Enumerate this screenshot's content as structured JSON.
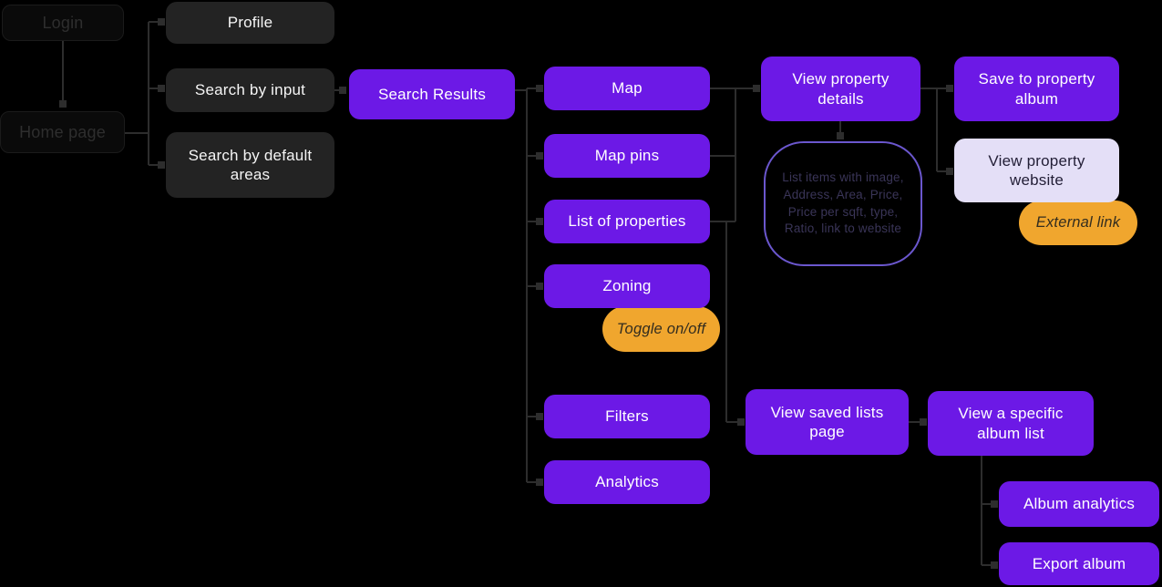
{
  "colors": {
    "purple": "#6C19E6",
    "dark": "#232323",
    "ghost": "#0A0A0A",
    "lavender": "#E4DFF7",
    "orange": "#F0A62E",
    "line": "#2D2D2D",
    "bubble_border": "#6B57CE",
    "bg": "#000000"
  },
  "nodes": {
    "login": {
      "label": "Login"
    },
    "home_page": {
      "label": "Home page"
    },
    "profile": {
      "label": "Profile"
    },
    "search_by_input": {
      "label": "Search by input"
    },
    "search_by_default_areas": {
      "label": "Search by default areas"
    },
    "search_results": {
      "label": "Search Results"
    },
    "map": {
      "label": "Map"
    },
    "map_pins": {
      "label": "Map pins"
    },
    "list_of_properties": {
      "label": "List of properties"
    },
    "zoning": {
      "label": "Zoning"
    },
    "filters": {
      "label": "Filters"
    },
    "analytics": {
      "label": "Analytics"
    },
    "view_property_details": {
      "label": "View property details"
    },
    "save_to_property_album": {
      "label": "Save to property album"
    },
    "view_property_website": {
      "label": "View property website"
    },
    "view_saved_lists_page": {
      "label": "View saved lists page"
    },
    "view_specific_album_list": {
      "label": "View a specific album list"
    },
    "album_analytics": {
      "label": "Album analytics"
    },
    "export_album": {
      "label": "Export album"
    }
  },
  "badges": {
    "toggle": {
      "label": "Toggle on/off"
    },
    "external_link": {
      "label": "External link"
    }
  },
  "annotation": {
    "list_items": "List items with image, Address, Area, Price, Price per sqft, type, Ratio, link to website"
  }
}
